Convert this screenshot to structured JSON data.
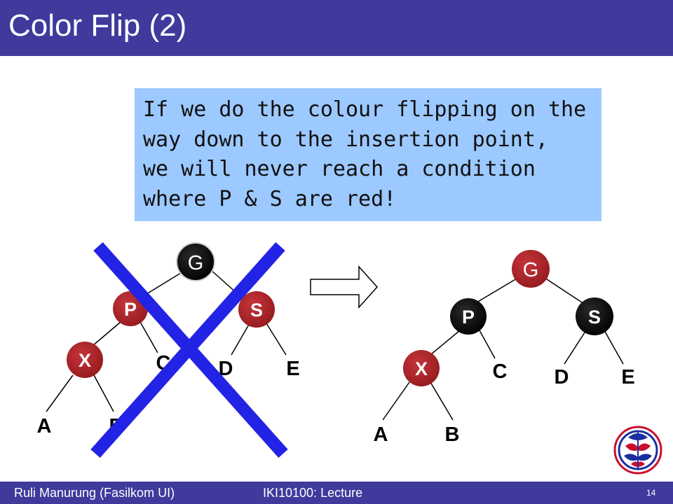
{
  "title": "Color Flip (2)",
  "note": {
    "line1": "If we do the colour flipping on the",
    "line2": "way down to the insertion point,",
    "line3": "we will never reach a condition",
    "line4": "where P & S are red!"
  },
  "left_tree": {
    "G": "G",
    "P": "P",
    "S": "S",
    "X": "X",
    "A": "A",
    "B": "B",
    "C": "C",
    "D": "D",
    "E": "E"
  },
  "right_tree": {
    "G": "G",
    "P": "P",
    "S": "S",
    "X": "X",
    "A": "A",
    "B": "B",
    "C": "C",
    "D": "D",
    "E": "E"
  },
  "colors": {
    "red_node": "#a81f24",
    "black_node": "#0a0a0a",
    "cross": "#2323e6",
    "bar": "#3f3a9c",
    "note_bg": "#9cc9ff"
  },
  "footer": {
    "author": "Ruli Manurung (Fasilkom UI)",
    "course": "IKI10100: Lecture",
    "page": "14"
  }
}
